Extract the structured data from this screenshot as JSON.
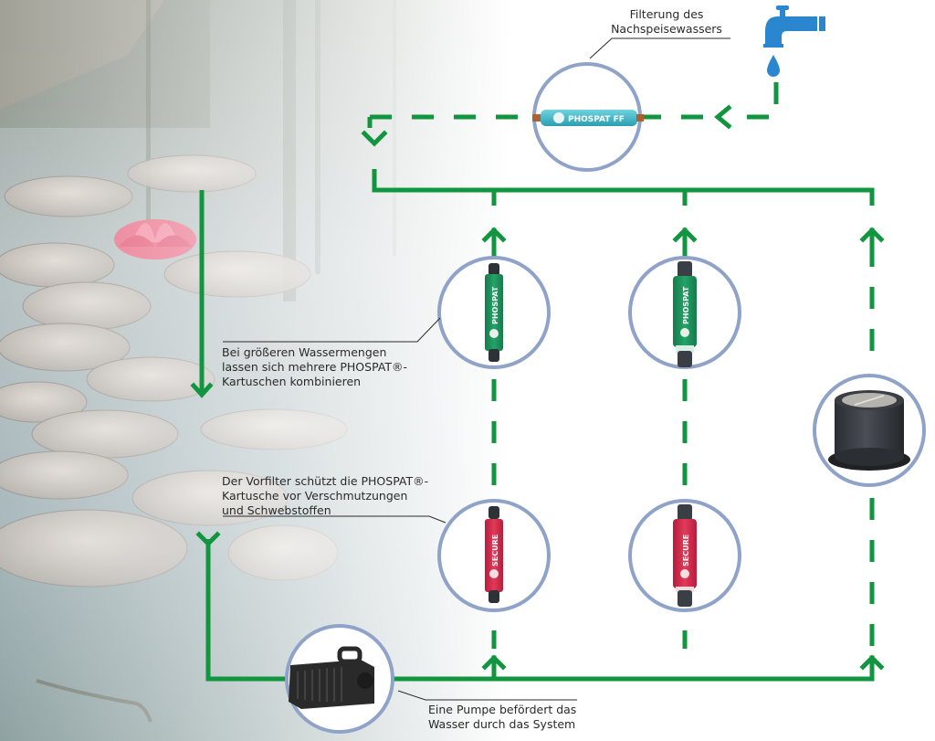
{
  "diagram": {
    "title": "PHOSPAT pond filtration system",
    "colors": {
      "flow_line": "#12953f",
      "circle_border": "#8fa3c8",
      "faucet": "#2b86d0",
      "phospat_green": "#1e8f5a",
      "secure_red": "#d42a4a",
      "phospat_ff_teal": "#3cb8c9",
      "pump_black": "#2a2a2a",
      "prefilter_gray": "#3a3d42"
    },
    "labels": {
      "top_filter": "Filterung des\nNachspeisewassers",
      "combine": "Bei größeren Wassermengen\nlassen sich mehrere PHOSPAT®-\nKartuschen kombinieren",
      "prefilter": "Der Vorfilter schützt die PHOSPAT®-\nKartusche vor Verschmutzungen\nund Schwebstoffen",
      "pump": "Eine Pumpe befördert das\nWasser durch das System"
    },
    "components": [
      {
        "id": "faucet",
        "icon": "faucet-icon"
      },
      {
        "id": "phospat-ff",
        "text": "PHOSPAT FF"
      },
      {
        "id": "phospat-1",
        "text": "PHOSPAT"
      },
      {
        "id": "phospat-2",
        "text": "PHOSPAT"
      },
      {
        "id": "secure-1",
        "text": "SECURE"
      },
      {
        "id": "secure-2",
        "text": "SECURE"
      },
      {
        "id": "prefilter-basket",
        "icon": "prefilter-icon"
      },
      {
        "id": "pump",
        "icon": "pump-icon"
      }
    ]
  }
}
